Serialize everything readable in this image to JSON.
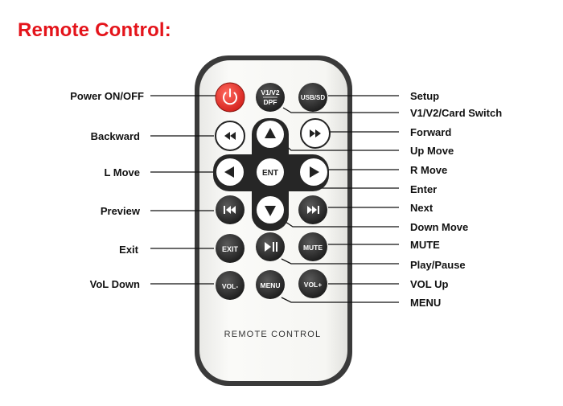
{
  "title": "Remote Control:",
  "remote": {
    "caption": "REMOTE CONTROL",
    "colors": {
      "body": "#f7f7f5",
      "body_shadow": "#3a3a3a",
      "button": "#2a2a2a",
      "power_button": "#e8332c",
      "dpad": "#262626",
      "dpad_inner": "#ffffff"
    },
    "buttons": {
      "power": {
        "icon": "power-icon"
      },
      "v1v2": {
        "top": "V1/V2",
        "bottom": "DPF"
      },
      "usbsd": {
        "label": "USB/SD"
      },
      "backward": {
        "icon": "rewind-icon"
      },
      "forward": {
        "icon": "fast-forward-icon"
      },
      "up": {
        "icon": "up-arrow-icon"
      },
      "left": {
        "icon": "left-arrow-icon"
      },
      "enter": {
        "label": "ENT"
      },
      "right": {
        "icon": "right-arrow-icon"
      },
      "down": {
        "icon": "down-arrow-icon"
      },
      "preview": {
        "icon": "skip-previous-icon"
      },
      "next": {
        "icon": "skip-next-icon"
      },
      "exit": {
        "label": "EXIT"
      },
      "playpause": {
        "icon": "play-pause-icon"
      },
      "mute": {
        "label": "MUTE"
      },
      "voldown": {
        "label": "VOL-"
      },
      "menu": {
        "label": "MENU"
      },
      "volup": {
        "label": "VOL+"
      }
    }
  },
  "callouts": {
    "left": {
      "power": "Power ON/OFF",
      "backward": "Backward",
      "lmove": "L Move",
      "preview": "Preview",
      "exit": "Exit",
      "voldown": "VoL Down"
    },
    "right": {
      "setup": "Setup",
      "cardswitch": "V1/V2/Card Switch",
      "forward": "Forward",
      "upmove": "Up Move",
      "rmove": "R Move",
      "enter": "Enter",
      "next": "Next",
      "downmove": "Down Move",
      "mute": "MUTE",
      "playpause": "Play/Pause",
      "volup": "VOL Up",
      "menu": "MENU"
    }
  }
}
